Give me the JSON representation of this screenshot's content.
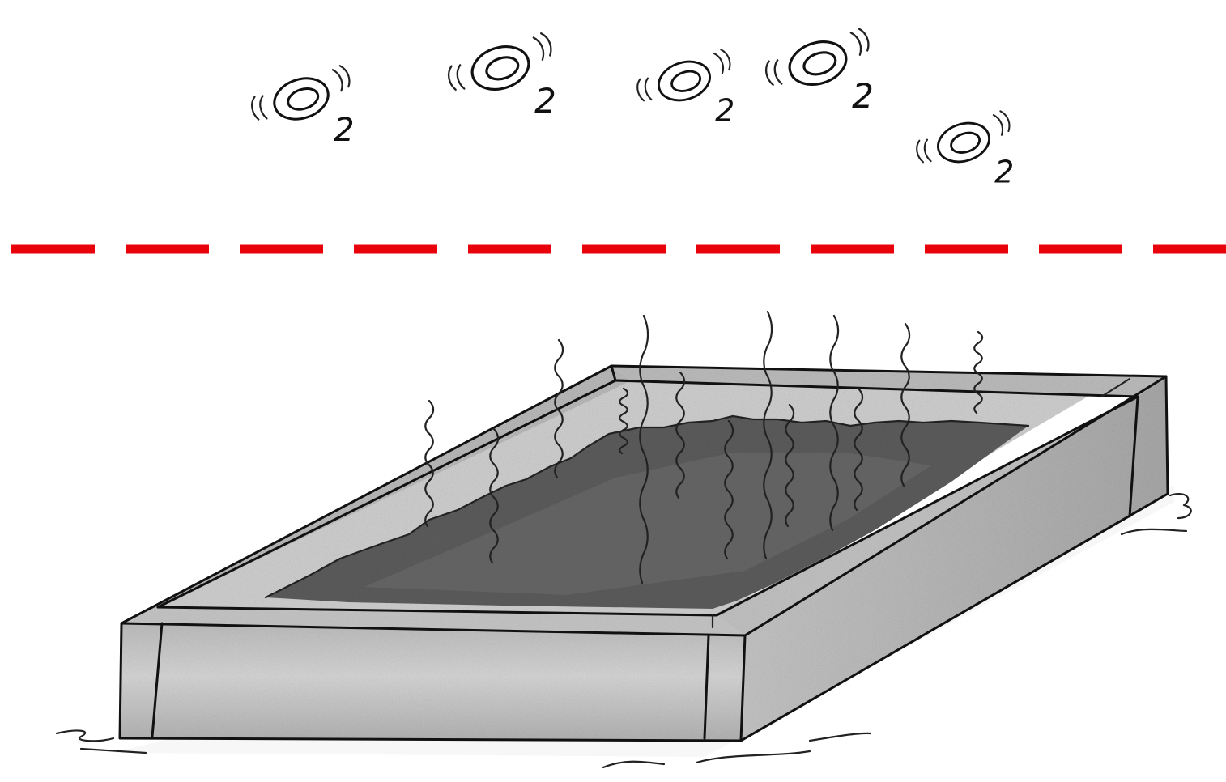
{
  "molecule_label": "O2",
  "molecules": [
    {
      "element": "O",
      "subscript": "2"
    },
    {
      "element": "O",
      "subscript": "2"
    },
    {
      "element": "O",
      "subscript": "2"
    },
    {
      "element": "O",
      "subscript": "2"
    },
    {
      "element": "O",
      "subscript": "2"
    }
  ],
  "boundary_line": {
    "color": "#e8000b",
    "style": "dashed"
  },
  "colors": {
    "ink": "#111111",
    "box_light": "#c9c9c9",
    "box_dark": "#a4a4a4",
    "soil": "#5a5a5a"
  }
}
